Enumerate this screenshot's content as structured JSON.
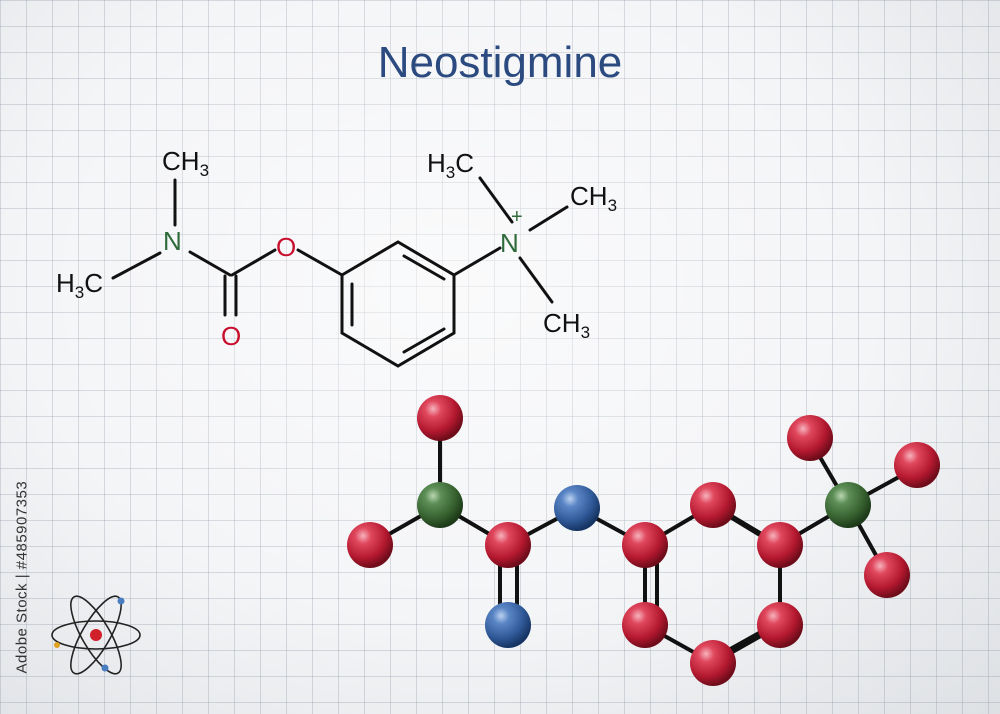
{
  "title": "Neostigmine",
  "labels": {
    "ch3": "CH",
    "h3c": "H",
    "c": "C",
    "sub3": "3",
    "n": "N",
    "o": "O",
    "plus": "+"
  },
  "watermark_id": "Adobe Stock | #485907353",
  "colors": {
    "title": "#2b4a80",
    "nitrogen_label": "#2e6a3a",
    "oxygen_label": "#c8102e",
    "carbon_ball": "#c8283c",
    "nitrogen_ball": "#3e6b3e",
    "oxygen_ball": "#3f6fae"
  }
}
